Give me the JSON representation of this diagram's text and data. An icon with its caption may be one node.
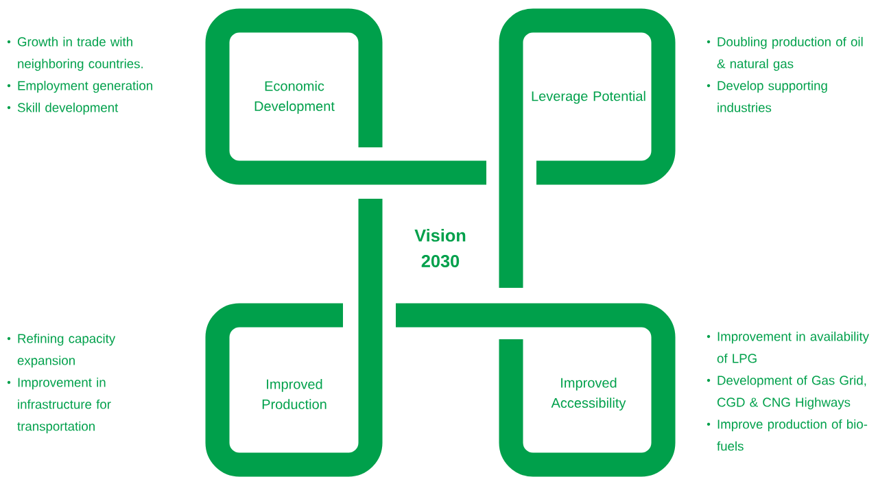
{
  "diagram": {
    "nodes": [
      {
        "text": [
          "Economic Development"
        ],
        "beside": [
          "Growth in trade with neighboring countries.",
          "Employment generation",
          "Skill development"
        ]
      },
      {
        "text": [
          "Leverage Potential"
        ],
        "beside": [
          "Doubling production of oil & natural gas",
          "Develop supporting industries"
        ]
      },
      {
        "text": [
          "Improved Production"
        ],
        "beside": [
          "Refining capacity expansion",
          "Improvement in infrastructure for transportation"
        ]
      },
      {
        "text": [
          "Improved Accessibility"
        ],
        "beside": [
          "Improvement in availability of LPG",
          "Development of Gas Grid, CGD & CNG Highways",
          "Improve production of bio-fuels"
        ]
      }
    ],
    "labels": [
      "Vision 2030"
    ]
  }
}
